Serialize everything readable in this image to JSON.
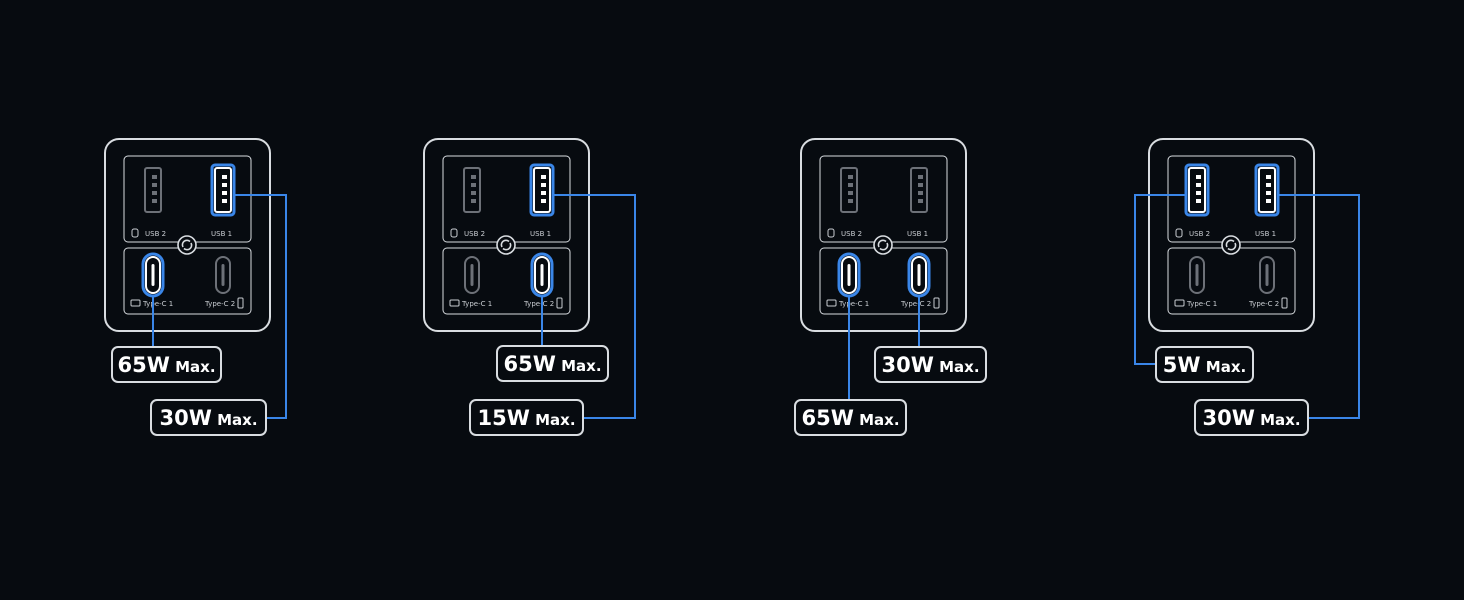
{
  "colors": {
    "background": "#070b10",
    "outline": "#d9dde1",
    "inactive_port": "#6d7178",
    "active_port": "#ffffff",
    "highlight": "#3a86e8"
  },
  "port_names": {
    "usb2": "USB 2",
    "usb1": "USB 1",
    "typec1": "Type-C 1",
    "typec2": "Type-C 2"
  },
  "configurations": [
    {
      "active": [
        "usb1",
        "typec1"
      ],
      "labels": [
        {
          "port": "typec1",
          "watts": "65W",
          "suffix": "Max."
        },
        {
          "port": "usb1",
          "watts": "30W",
          "suffix": "Max."
        }
      ]
    },
    {
      "active": [
        "usb1",
        "typec2"
      ],
      "labels": [
        {
          "port": "typec2",
          "watts": "65W",
          "suffix": "Max."
        },
        {
          "port": "usb1",
          "watts": "15W",
          "suffix": "Max."
        }
      ]
    },
    {
      "active": [
        "typec1",
        "typec2"
      ],
      "labels": [
        {
          "port": "typec2",
          "watts": "30W",
          "suffix": "Max."
        },
        {
          "port": "typec1",
          "watts": "65W",
          "suffix": "Max."
        }
      ]
    },
    {
      "active": [
        "usb2",
        "usb1"
      ],
      "labels": [
        {
          "port": "usb2",
          "watts": "5W",
          "suffix": "Max."
        },
        {
          "port": "usb1",
          "watts": "30W",
          "suffix": "Max."
        }
      ]
    }
  ],
  "icons": {
    "port_group_icon": "recycle-arrows-icon",
    "usb2_device_icon": "watch-icon",
    "typec1_device_icon": "laptop-icon",
    "typec2_device_icon": "phone-icon"
  }
}
